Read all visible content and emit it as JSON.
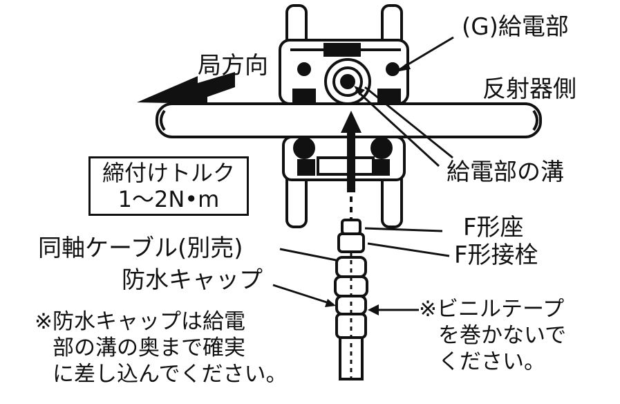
{
  "labels": {
    "feed_point": "(G)給電部",
    "station_direction": "局方向",
    "reflector_side": "反射器側",
    "feed_groove": "給電部の溝",
    "f_seat": "F形座",
    "f_plug": "F形接栓",
    "coax_cable": "同軸ケーブル(別売)",
    "waterproof_cap": "防水キャップ"
  },
  "torque": {
    "line1": "締付けトルク",
    "line2": "1〜2N•m"
  },
  "note_left": {
    "line1": "※防水キャップは給電",
    "line2": "部の溝の奥まで確実",
    "line3": "に差し込んでください。"
  },
  "note_right": {
    "line1": "※ビニルテープ",
    "line2": "を巻かないで",
    "line3": "ください。"
  },
  "colors": {
    "ink": "#111111",
    "background": "#ffffff"
  }
}
